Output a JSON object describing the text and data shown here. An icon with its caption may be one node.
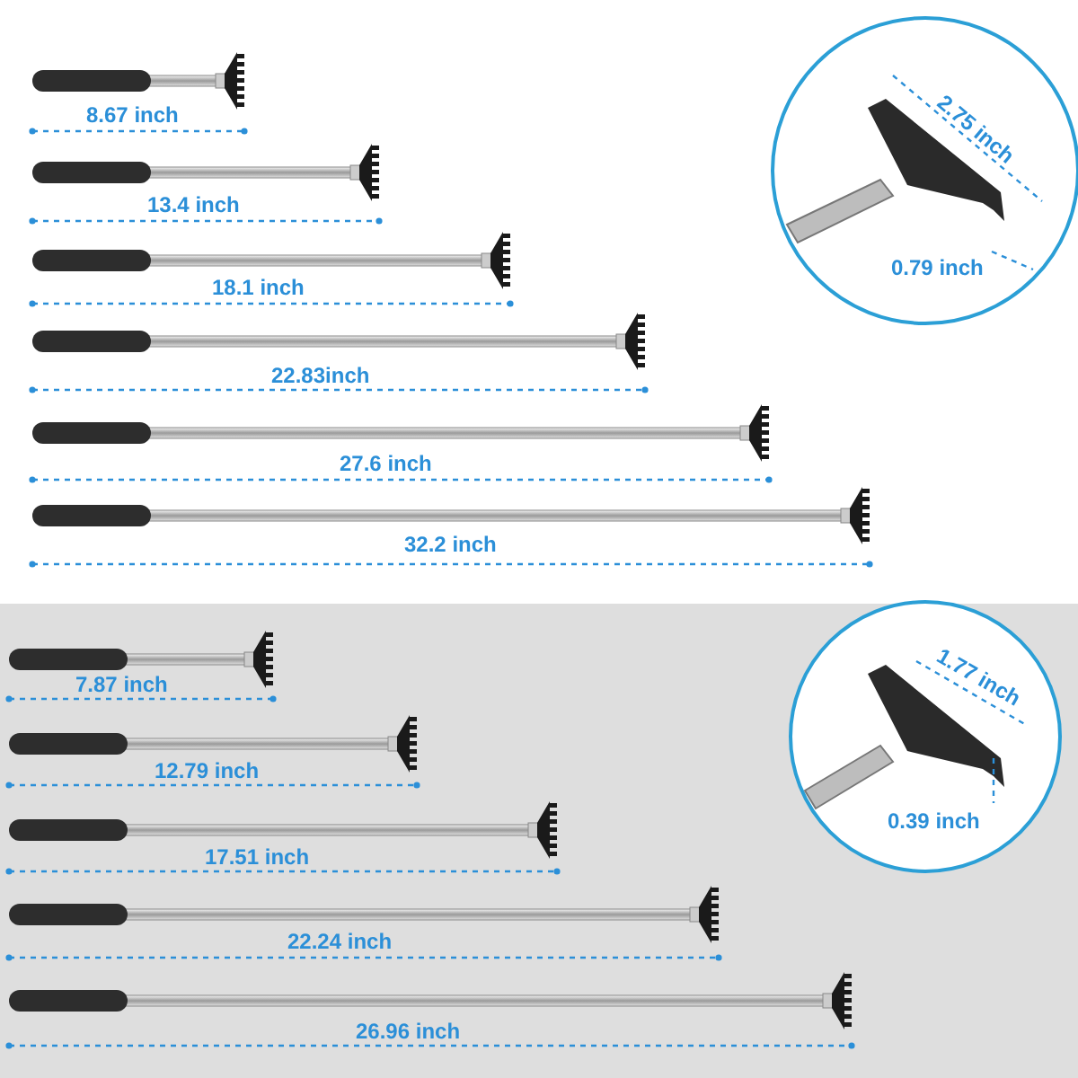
{
  "diagram": {
    "labels": [
      "8.67 inch",
      "2.75 inch",
      "13.4 inch",
      "0.79 inch",
      "18.1 inch",
      "22.83inch",
      "27.6 inch",
      "32.2 inch",
      "7.87 inch",
      "1.77 inch",
      "12.79 inch",
      "0.39 inch",
      "17.51 inch",
      "22.24 inch",
      "26.96 inch"
    ]
  }
}
